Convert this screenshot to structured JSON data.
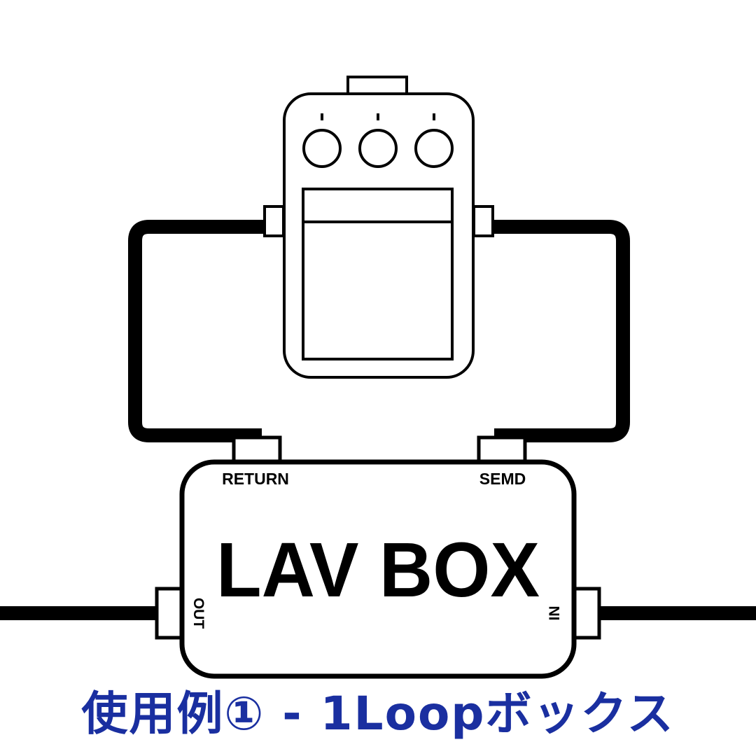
{
  "diagram": {
    "nodes": {
      "pedal": {
        "knobs": 3
      },
      "box": {
        "title": "LAV BOX",
        "ports": {
          "return": "RETURN",
          "send": "SEMD",
          "out": "OUT",
          "in": "IN"
        }
      }
    },
    "edges": [
      {
        "from": "box.send",
        "to": "pedal.input"
      },
      {
        "from": "pedal.output",
        "to": "box.return"
      },
      {
        "from": "input-cable",
        "to": "box.in"
      },
      {
        "from": "box.out",
        "to": "output-cable"
      }
    ]
  },
  "caption": "使用例① - 1Loopボックス",
  "colors": {
    "caption": "#1a2fa0",
    "stroke": "#000000",
    "background": "#ffffff"
  }
}
